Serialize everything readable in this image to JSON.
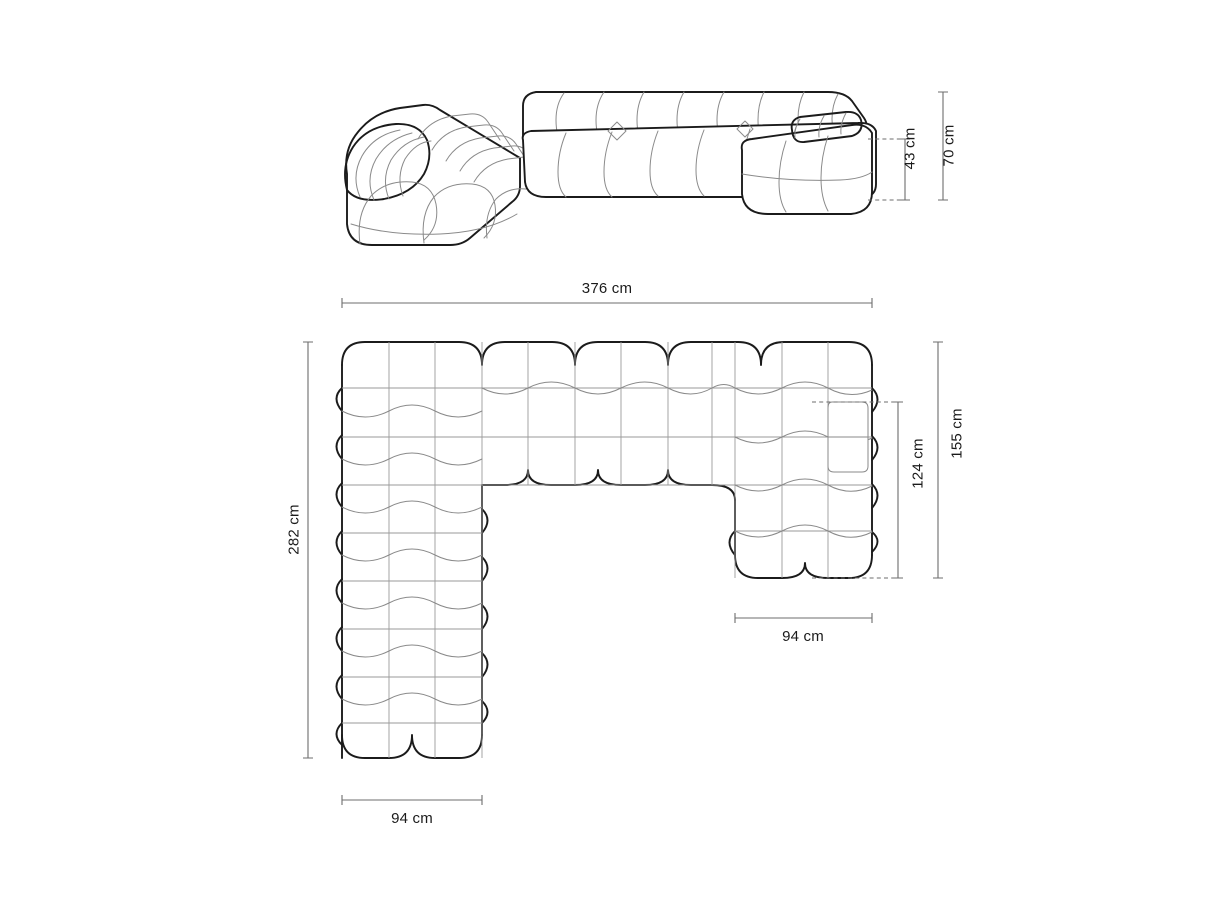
{
  "drawing": {
    "title": "Modular bubble sofa technical drawing",
    "units": "cm",
    "views": [
      {
        "id": "perspective",
        "name": "perspective-view"
      },
      {
        "id": "plan",
        "name": "top-plan-view"
      }
    ],
    "line_color": "#1b1b1b",
    "detail_line_color": "#8c8c8c",
    "dimension_line_color": "#6d6d6d",
    "background": "#ffffff"
  },
  "dimensions": {
    "overall_height": {
      "value": "70 cm",
      "orientation": "vertical",
      "view": "perspective"
    },
    "seat_height": {
      "value": "43 cm",
      "orientation": "vertical",
      "view": "perspective"
    },
    "overall_width": {
      "value": "376 cm",
      "orientation": "horizontal",
      "view": "plan"
    },
    "overall_depth": {
      "value": "282 cm",
      "orientation": "vertical",
      "view": "plan"
    },
    "right_module_depth": {
      "value": "155 cm",
      "orientation": "vertical",
      "view": "plan"
    },
    "right_chaise_depth": {
      "value": "124 cm",
      "orientation": "vertical",
      "view": "plan"
    },
    "right_module_width": {
      "value": "94 cm",
      "orientation": "horizontal",
      "view": "plan"
    },
    "left_module_width": {
      "value": "94 cm",
      "orientation": "horizontal",
      "view": "plan"
    }
  }
}
